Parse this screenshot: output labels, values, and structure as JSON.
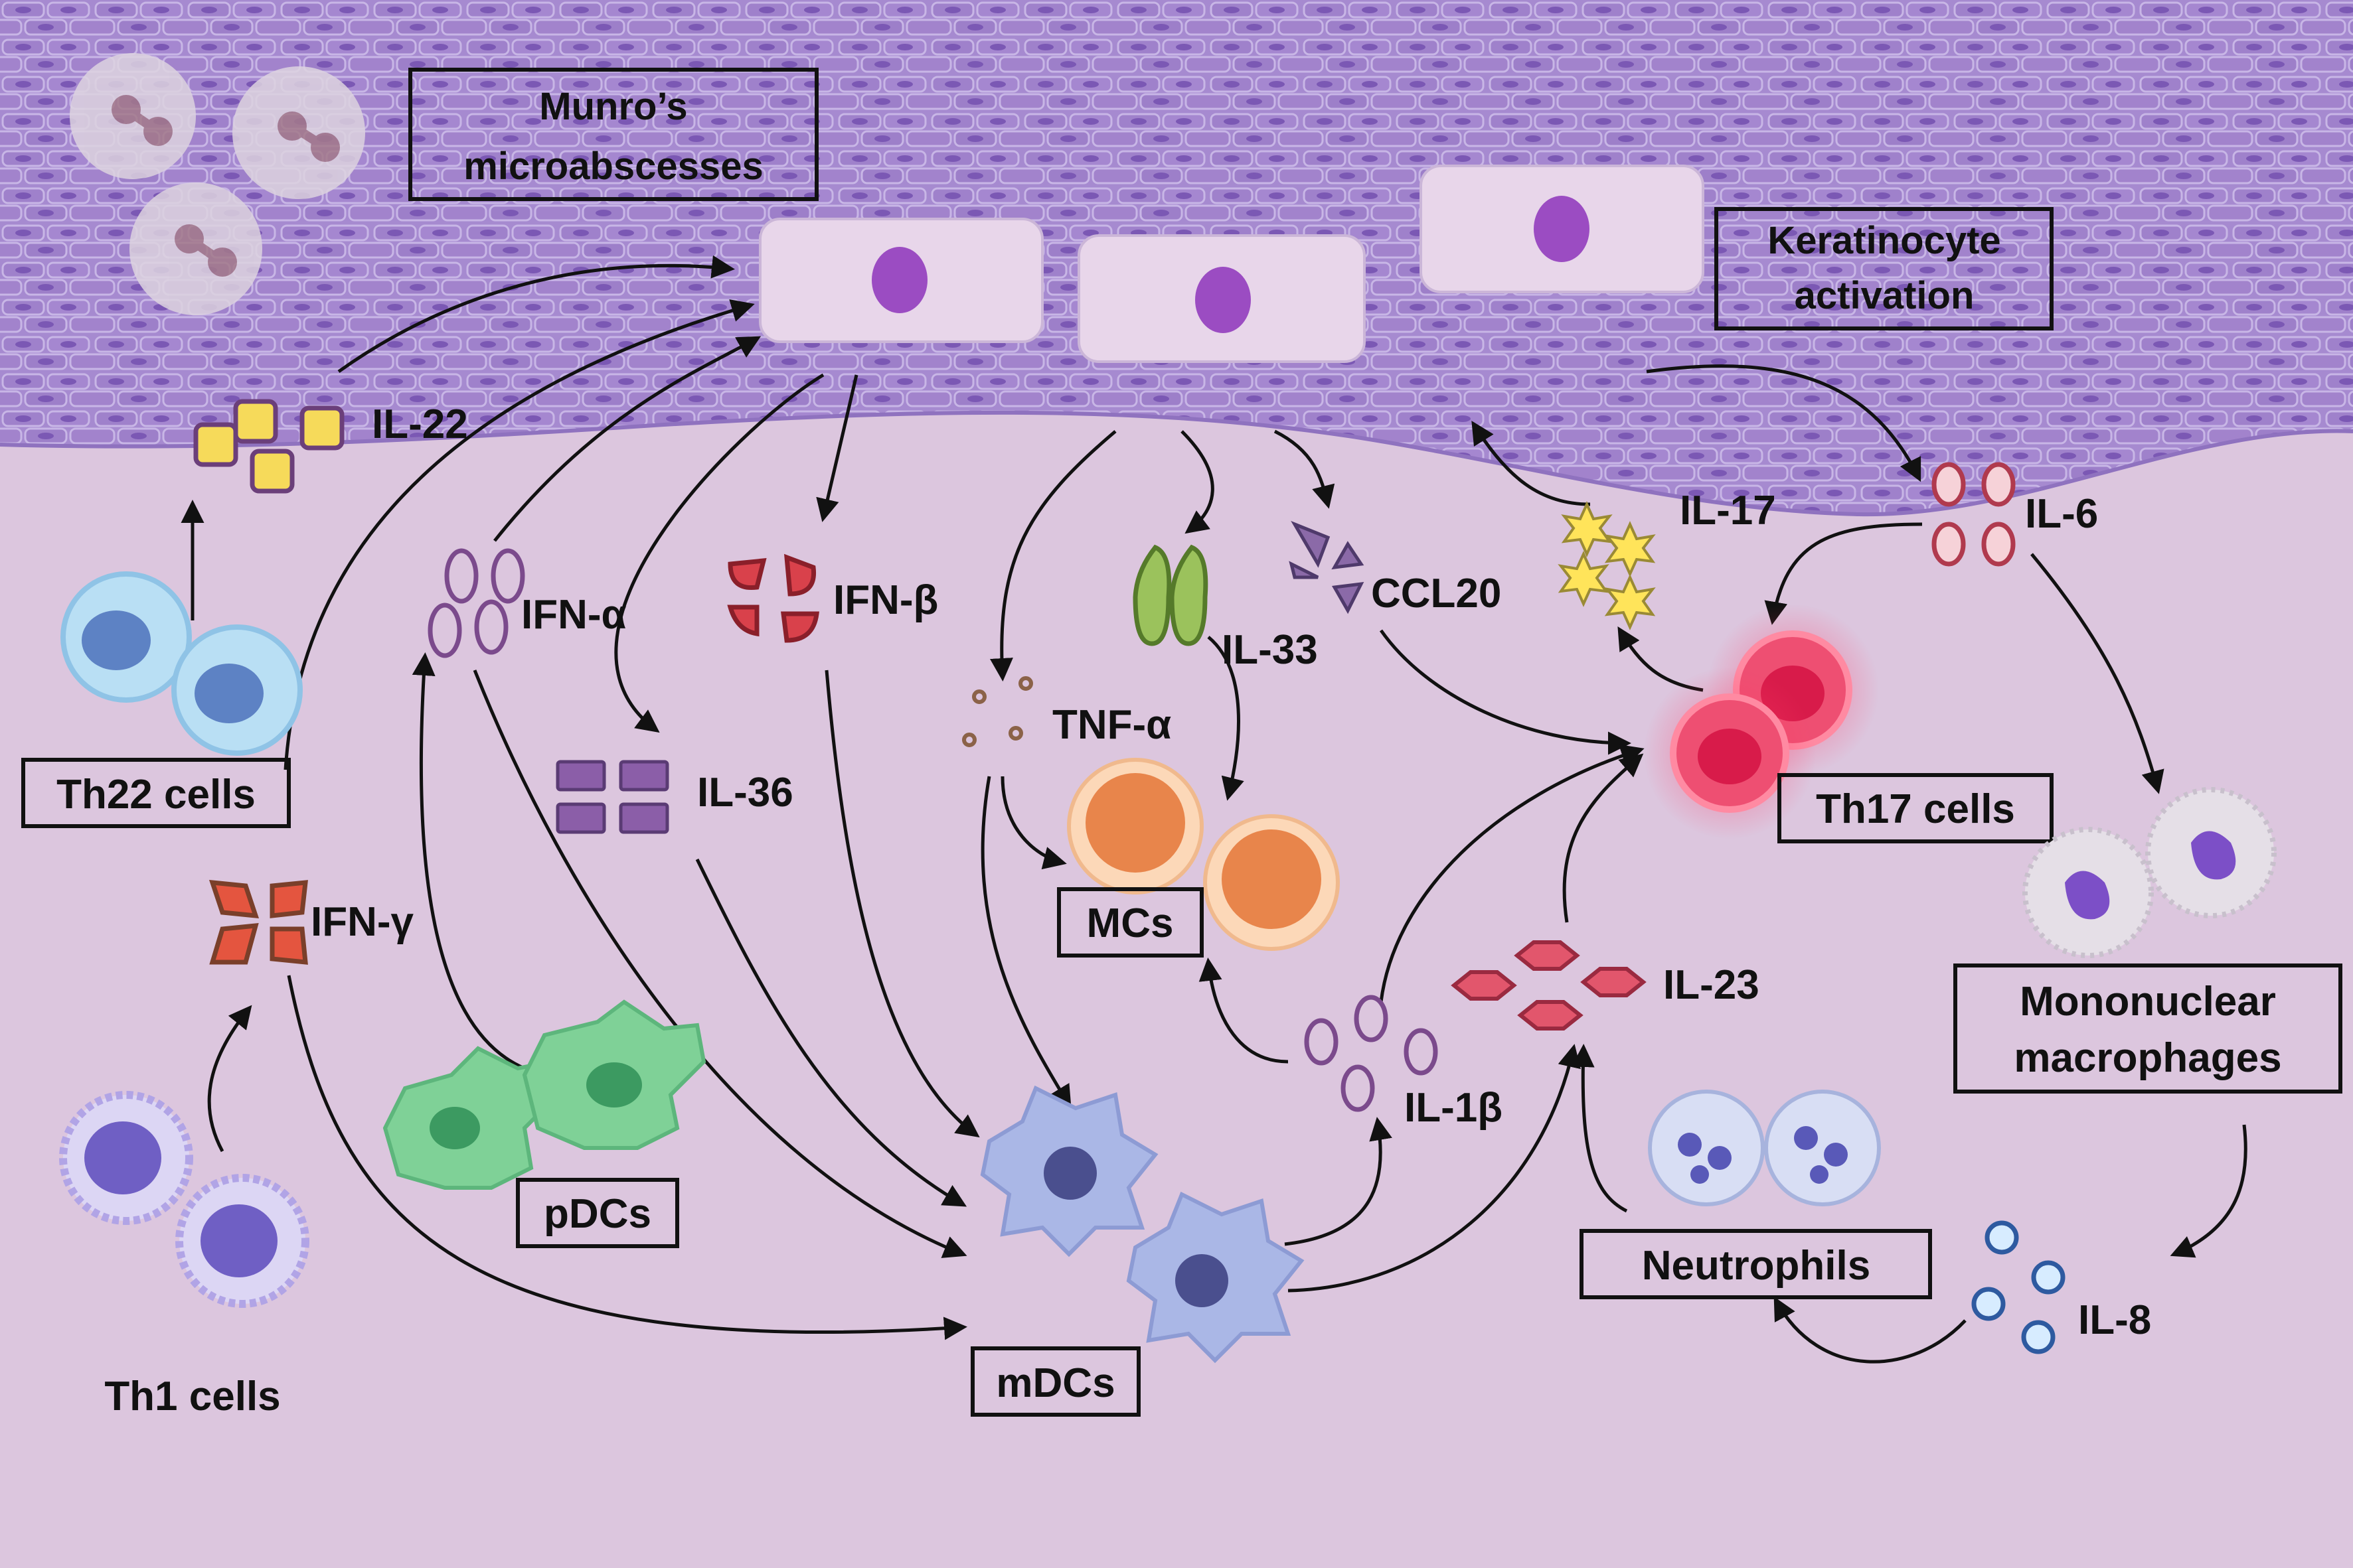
{
  "labels": {
    "munro": [
      "Munro’s",
      "microabscesses"
    ],
    "keratinocyte": [
      "Keratinocyte",
      "activation"
    ],
    "th22": "Th22 cells",
    "th1": "Th1 cells",
    "pdcs": "pDCs",
    "mdcs": "mDCs",
    "mcs": "MCs",
    "th17": "Th17 cells",
    "macrophages": [
      "Mononuclear",
      "macrophages"
    ],
    "neutrophils": "Neutrophils"
  },
  "cytokines": {
    "il22": "IL-22",
    "ifng": "IFN-γ",
    "ifna": "IFN-α",
    "ifnb": "IFN-β",
    "il36": "IL-36",
    "tnfa": "TNF-α",
    "il33": "IL-33",
    "ccl20": "CCL20",
    "il17": "IL-17",
    "il6": "IL-6",
    "il1b": "IL-1β",
    "il23": "IL-23",
    "il8": "IL-8"
  },
  "colors": {
    "background": "#dcc6de",
    "epidermis": "#a98bd0",
    "il22": "#f6da5a",
    "ifng": "#e4553f",
    "ifnb": "#d9414b",
    "il36": "#8b5ea8",
    "il33": "#9bc25c",
    "il17": "#ffe45a",
    "il23": "#e2566c",
    "il8": "#d7ecff",
    "mcs": "#e8854b",
    "th17": "#ee4f72",
    "pdcs": "#7fd197",
    "mdcs": "#aab7e6"
  }
}
